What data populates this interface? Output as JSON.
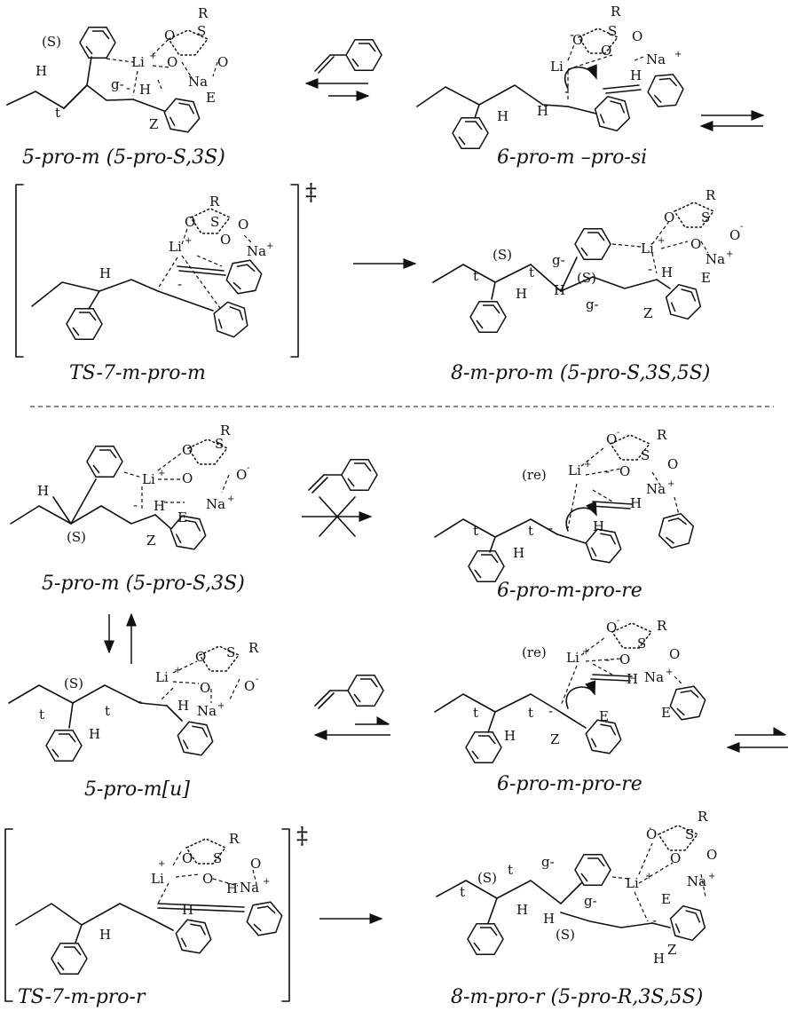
{
  "captions": {
    "s1": "5-pro-m (5-pro-S,3S)",
    "s2": "6-pro-m –pro-si",
    "s3": "TS-7-m-pro-m",
    "s4": "8-m-pro-m (5-pro-S,3S,5S)",
    "s5": "5-pro-m (5-pro-S,3S)",
    "s6": "6-pro-m-pro-re",
    "s7": "5-pro-m[u]",
    "s8": "6-pro-m-pro-re",
    "s9": "TS-7-m-pro-r",
    "s10": "8-m-pro-r (5-pro-R,3S,5S)"
  },
  "symbols": {
    "dagger": "‡",
    "Li": "Li",
    "Na": "Na",
    "S": "S",
    "O": "O",
    "R": "R",
    "H": "H",
    "E": "E",
    "Z": "Z",
    "t": "t",
    "g_minus": "g-",
    "plus": "+",
    "minus": "-",
    "stereo_S": "(S)",
    "re": "(re)"
  },
  "colors": {
    "ink": "#111111",
    "background": "#ffffff"
  }
}
